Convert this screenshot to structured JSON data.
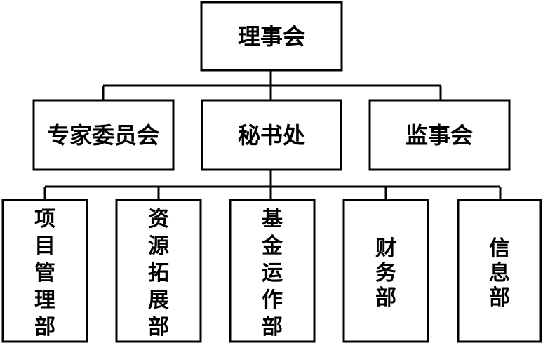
{
  "org_chart": {
    "root": {
      "label": "理事会"
    },
    "middle": [
      {
        "label": "专家委员会"
      },
      {
        "label": "秘书处"
      },
      {
        "label": "监事会"
      }
    ],
    "departments": [
      {
        "label": "项目管理部"
      },
      {
        "label": "资源拓展部"
      },
      {
        "label": "基金运作部"
      },
      {
        "label": "财务部"
      },
      {
        "label": "信息部"
      }
    ]
  }
}
